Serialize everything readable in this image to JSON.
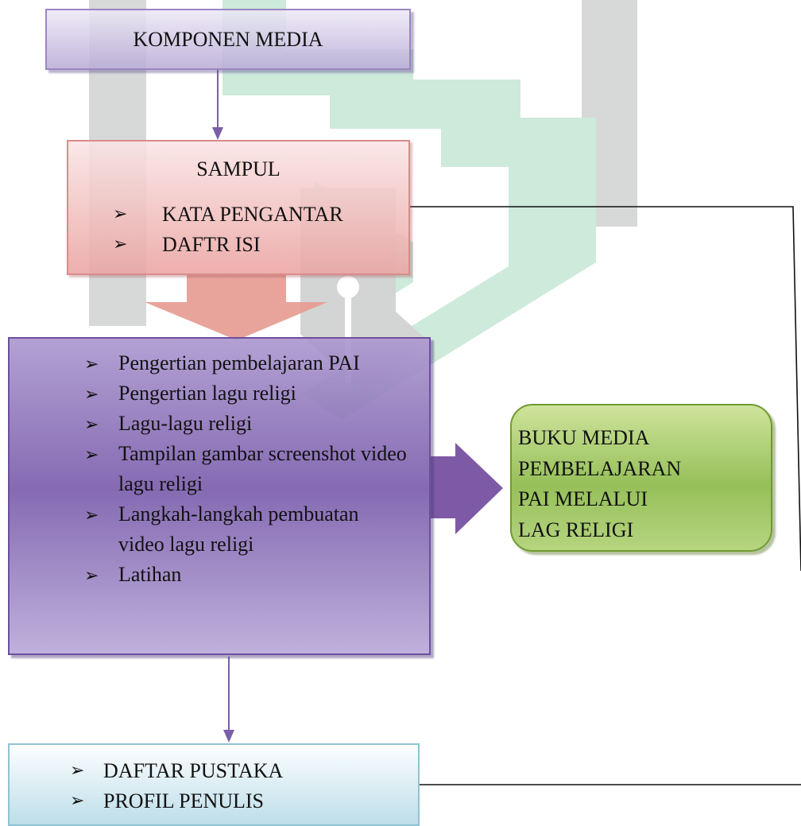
{
  "diagram": {
    "komponen_label": "KOMPONEN MEDIA",
    "sampul": {
      "title": "SAMPUL",
      "items": [
        "KATA PENGANTAR",
        "DAFTR ISI"
      ]
    },
    "isi_items": [
      "Pengertian pembelajaran PAI",
      "Pengertian lagu religi",
      "Lagu-lagu religi",
      "Tampilan gambar screenshot video lagu religi",
      "Langkah-langkah pembuatan video lagu religi",
      "Latihan"
    ],
    "buku_lines": [
      "BUKU MEDIA",
      "PEMBELAJARAN",
      "PAI MELALUI",
      "LAG RELIGI"
    ],
    "pustaka_items": [
      "DAFTAR PUSTAKA",
      "PROFIL PENULIS"
    ],
    "bullet_glyph": "➢"
  },
  "colors": {
    "watermark_green": "#cdeadb",
    "watermark_gray": "#d6d9d8",
    "connector_purple": "#7a5ea8",
    "big_arrow_purple": "#7e5aa6",
    "down_arrow_pink": "#e69a90"
  }
}
